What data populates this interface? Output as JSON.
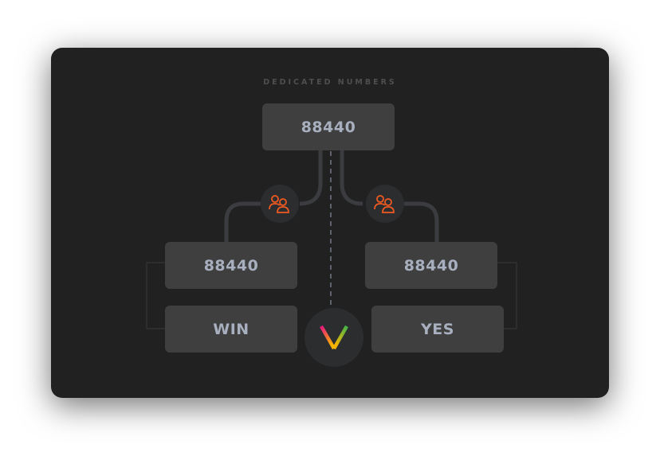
{
  "title": "DEDICATED NUMBERS",
  "top_number": "88440",
  "left": {
    "number": "88440",
    "keyword": "WIN"
  },
  "right": {
    "number": "88440",
    "keyword": "YES"
  },
  "icons": {
    "group": "users-icon",
    "logo": "v-logo-icon"
  },
  "colors": {
    "accent": "#f05a22",
    "box": "#3f3f3f",
    "card": "#212121",
    "text": "#a8b0bf"
  }
}
